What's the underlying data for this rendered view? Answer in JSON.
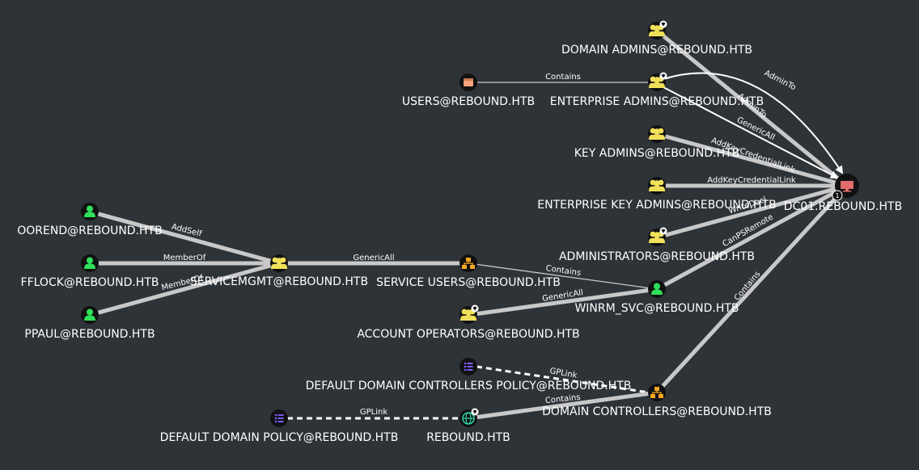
{
  "nodes": [
    {
      "id": "domain_admins",
      "label": "DOMAIN ADMINS@REBOUND.HTB",
      "type": "group",
      "color": "#f1e05a",
      "tier0": true
    },
    {
      "id": "users",
      "label": "USERS@REBOUND.HTB",
      "type": "container",
      "color": "#f4a37a",
      "tier0": false
    },
    {
      "id": "enterprise_admins",
      "label": "ENTERPRISE ADMINS@REBOUND.HTB",
      "type": "group",
      "color": "#f1e05a",
      "tier0": true
    },
    {
      "id": "key_admins",
      "label": "KEY ADMINS@REBOUND.HTB",
      "type": "group",
      "color": "#f1e05a",
      "tier0": false
    },
    {
      "id": "enterprise_key_admins",
      "label": "ENTERPRISE KEY ADMINS@REBOUND.HTB",
      "type": "group",
      "color": "#f1e05a",
      "tier0": false
    },
    {
      "id": "dc01",
      "label": "DC01.REBOUND.HTB",
      "type": "computer",
      "color": "#e06c6c",
      "tier0": false,
      "badge": "1"
    },
    {
      "id": "oorend",
      "label": "OOREND@REBOUND.HTB",
      "type": "user",
      "color": "#2ee05a",
      "tier0": false
    },
    {
      "id": "fflock",
      "label": "FFLOCK@REBOUND.HTB",
      "type": "user",
      "color": "#2ee05a",
      "tier0": false
    },
    {
      "id": "ppaul",
      "label": "PPAUL@REBOUND.HTB",
      "type": "user",
      "color": "#2ee05a",
      "tier0": false
    },
    {
      "id": "servicemgmt",
      "label": "SERVICEMGMT@REBOUND.HTB",
      "type": "group",
      "color": "#f1e05a",
      "tier0": false
    },
    {
      "id": "service_users",
      "label": "SERVICE USERS@REBOUND.HTB",
      "type": "ou",
      "color": "#f5a623",
      "tier0": false
    },
    {
      "id": "administrators",
      "label": "ADMINISTRATORS@REBOUND.HTB",
      "type": "group",
      "color": "#f1e05a",
      "tier0": true
    },
    {
      "id": "winrm_svc",
      "label": "WINRM_SVC@REBOUND.HTB",
      "type": "user",
      "color": "#2ee05a",
      "tier0": false
    },
    {
      "id": "account_operators",
      "label": "ACCOUNT OPERATORS@REBOUND.HTB",
      "type": "group",
      "color": "#f1e05a",
      "tier0": true
    },
    {
      "id": "ddc_policy",
      "label": "DEFAULT DOMAIN CONTROLLERS POLICY@REBOUND.HTB",
      "type": "gpo",
      "color": "#7b5cf5",
      "tier0": false
    },
    {
      "id": "domain_controllers",
      "label": "DOMAIN CONTROLLERS@REBOUND.HTB",
      "type": "ou",
      "color": "#f5a623",
      "tier0": false
    },
    {
      "id": "dd_policy",
      "label": "DEFAULT DOMAIN POLICY@REBOUND.HTB",
      "type": "gpo",
      "color": "#7b5cf5",
      "tier0": false
    },
    {
      "id": "rebound",
      "label": "REBOUND.HTB",
      "type": "domain",
      "color": "#2ed3a0",
      "tier0": true
    }
  ],
  "edges": [
    {
      "id": "e_users_ea",
      "from": "users",
      "to": "enterprise_admins",
      "label": "Contains",
      "style": "solid",
      "weight": "light"
    },
    {
      "id": "e_da_dc",
      "from": "domain_admins",
      "to": "dc01",
      "label": "AdminTo",
      "style": "solid",
      "weight": "heavy"
    },
    {
      "id": "e_ea_dc_admin",
      "from": "enterprise_admins",
      "to": "dc01",
      "label": "AdminTo",
      "style": "admin",
      "weight": "medium"
    },
    {
      "id": "e_ea_dc_generic",
      "from": "enterprise_admins",
      "to": "dc01",
      "label": "GenericAll",
      "style": "admin",
      "weight": "medium"
    },
    {
      "id": "e_ka_dc",
      "from": "key_admins",
      "to": "dc01",
      "label": "AddKeyCredentialLink",
      "style": "solid",
      "weight": "heavy"
    },
    {
      "id": "e_eka_dc",
      "from": "enterprise_key_admins",
      "to": "dc01",
      "label": "AddKeyCredentialLink",
      "style": "solid",
      "weight": "heavy"
    },
    {
      "id": "e_adm_dc",
      "from": "administrators",
      "to": "dc01",
      "label": "WriteDacl",
      "style": "solid",
      "weight": "heavy"
    },
    {
      "id": "e_oorend_sm",
      "from": "oorend",
      "to": "servicemgmt",
      "label": "AddSelf",
      "style": "solid",
      "weight": "heavy"
    },
    {
      "id": "e_fflock_sm",
      "from": "fflock",
      "to": "servicemgmt",
      "label": "MemberOf",
      "style": "solid",
      "weight": "heavy"
    },
    {
      "id": "e_ppaul_sm",
      "from": "ppaul",
      "to": "servicemgmt",
      "label": "MemberOf",
      "style": "solid",
      "weight": "heavy"
    },
    {
      "id": "e_sm_su",
      "from": "servicemgmt",
      "to": "service_users",
      "label": "GenericAll",
      "style": "solid",
      "weight": "heavy"
    },
    {
      "id": "e_su_winrm",
      "from": "service_users",
      "to": "winrm_svc",
      "label": "Contains",
      "style": "solid",
      "weight": "light"
    },
    {
      "id": "e_ao_winrm",
      "from": "account_operators",
      "to": "winrm_svc",
      "label": "GenericAll",
      "style": "solid",
      "weight": "heavy"
    },
    {
      "id": "e_winrm_dc",
      "from": "winrm_svc",
      "to": "dc01",
      "label": "CanPSRemote",
      "style": "solid",
      "weight": "heavy"
    },
    {
      "id": "e_dcou_dc",
      "from": "domain_controllers",
      "to": "dc01",
      "label": "Contains",
      "style": "solid",
      "weight": "heavy"
    },
    {
      "id": "e_ddcp_dcou",
      "from": "ddc_policy",
      "to": "domain_controllers",
      "label": "GPLink",
      "style": "dashed",
      "weight": "medium"
    },
    {
      "id": "e_ddp_reb",
      "from": "dd_policy",
      "to": "rebound",
      "label": "GPLink",
      "style": "dashed",
      "weight": "medium"
    },
    {
      "id": "e_reb_dcou",
      "from": "rebound",
      "to": "domain_controllers",
      "label": "Contains",
      "style": "solid",
      "weight": "heavy"
    }
  ]
}
